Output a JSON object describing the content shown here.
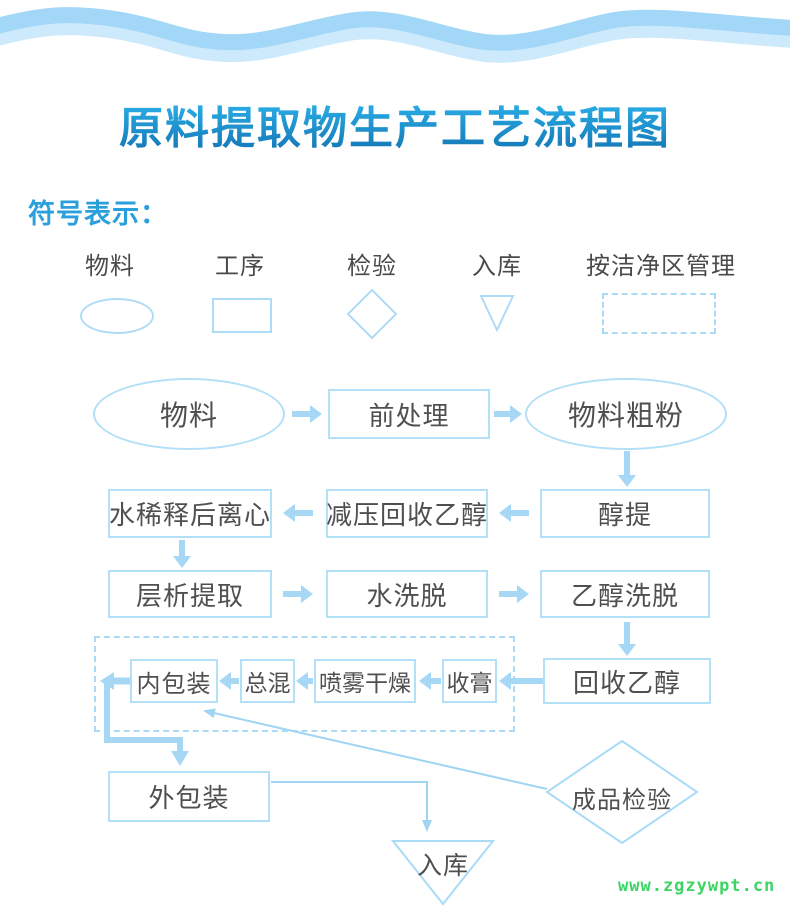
{
  "header": {
    "title": "原料提取物生产工艺流程图"
  },
  "legend": {
    "heading": "符号表示：",
    "items": [
      {
        "label": "物料",
        "shape": "ellipse"
      },
      {
        "label": "工序",
        "shape": "rectangle"
      },
      {
        "label": "检验",
        "shape": "diamond"
      },
      {
        "label": "入库",
        "shape": "triangle-down"
      },
      {
        "label": "按洁净区管理",
        "shape": "dashed-rectangle"
      }
    ]
  },
  "flow": {
    "material": "物料",
    "pretreatment": "前处理",
    "coarse_powder": "物料粗粉",
    "alcohol_extraction": "醇提",
    "vacuum_ethanol_recovery": "减压回收乙醇",
    "water_dilution_centrifuge": "水稀释后离心",
    "chromatography_extraction": "层析提取",
    "water_elution": "水洗脱",
    "ethanol_elution": "乙醇洗脱",
    "ethanol_recovery": "回收乙醇",
    "paste_collection": "收膏",
    "spray_drying": "喷雾干燥",
    "total_mixing": "总混",
    "inner_packaging": "内包装",
    "outer_packaging": "外包装",
    "finished_product_inspection": "成品检验",
    "warehousing": "入库"
  },
  "edges": [
    "物料→前处理",
    "前处理→物料粗粉",
    "物料粗粉→醇提",
    "醇提→减压回收乙醇",
    "减压回收乙醇→水稀释后离心",
    "水稀释后离心→层析提取",
    "层析提取→水洗脱",
    "水洗脱→乙醇洗脱",
    "乙醇洗脱→回收乙醇",
    "回收乙醇→收膏",
    "收膏→喷雾干燥",
    "喷雾干燥→总混",
    "总混→内包装",
    "内包装→外包装",
    "外包装→入库",
    "成品检验→内包装"
  ],
  "watermark": "www.zgzywpt.cn",
  "colors": {
    "title_gradient_top": "#2fb9f0",
    "title_gradient_bottom": "#1273b2",
    "legend_heading": "#2b9edc",
    "shape_stroke": "#b3dff7",
    "dashed_stroke": "#a9dbf7",
    "arrow": "#a6d8f6",
    "thin_arrow": "#9fd4f3",
    "node_text": "#4f4f4f",
    "wave_main": "#a2d7f7",
    "wave_light": "#cdeafc",
    "watermark_green": "#3cd563"
  }
}
